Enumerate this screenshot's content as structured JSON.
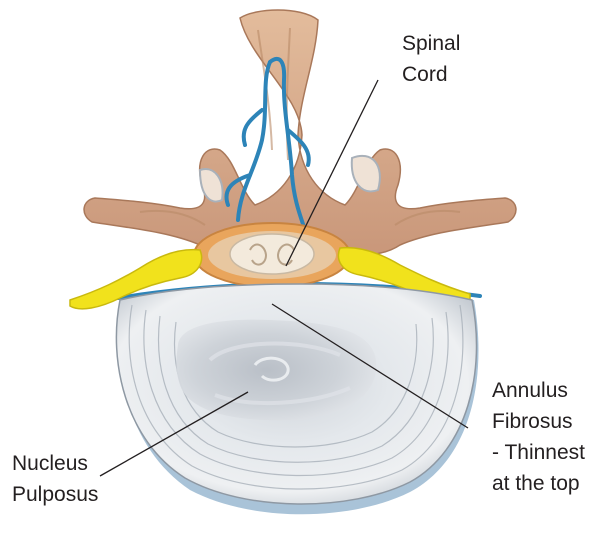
{
  "labels": {
    "spinal_cord": [
      "Spinal",
      "Cord"
    ],
    "annulus": [
      "Annulus",
      "Fibrosus",
      "- Thinnest",
      "at the top"
    ],
    "nucleus": [
      "Nucleus",
      "Pulposus"
    ]
  },
  "colors": {
    "bone": "#d8ab88",
    "bone_shadow": "#b98a68",
    "disc": "#dfe3e8",
    "disc_ring": "#a9b1ba",
    "disc_edge": "#7fa8c8",
    "nerve": "#f1e21c",
    "vessel": "#2d84b8",
    "cord_sheath": "#e9a55c",
    "cord": "#f3eadc",
    "leader": "#231f20"
  },
  "icons": [
    "vertebra-illustration",
    "spinal-nerve-illustration",
    "intervertebral-disc-illustration"
  ]
}
